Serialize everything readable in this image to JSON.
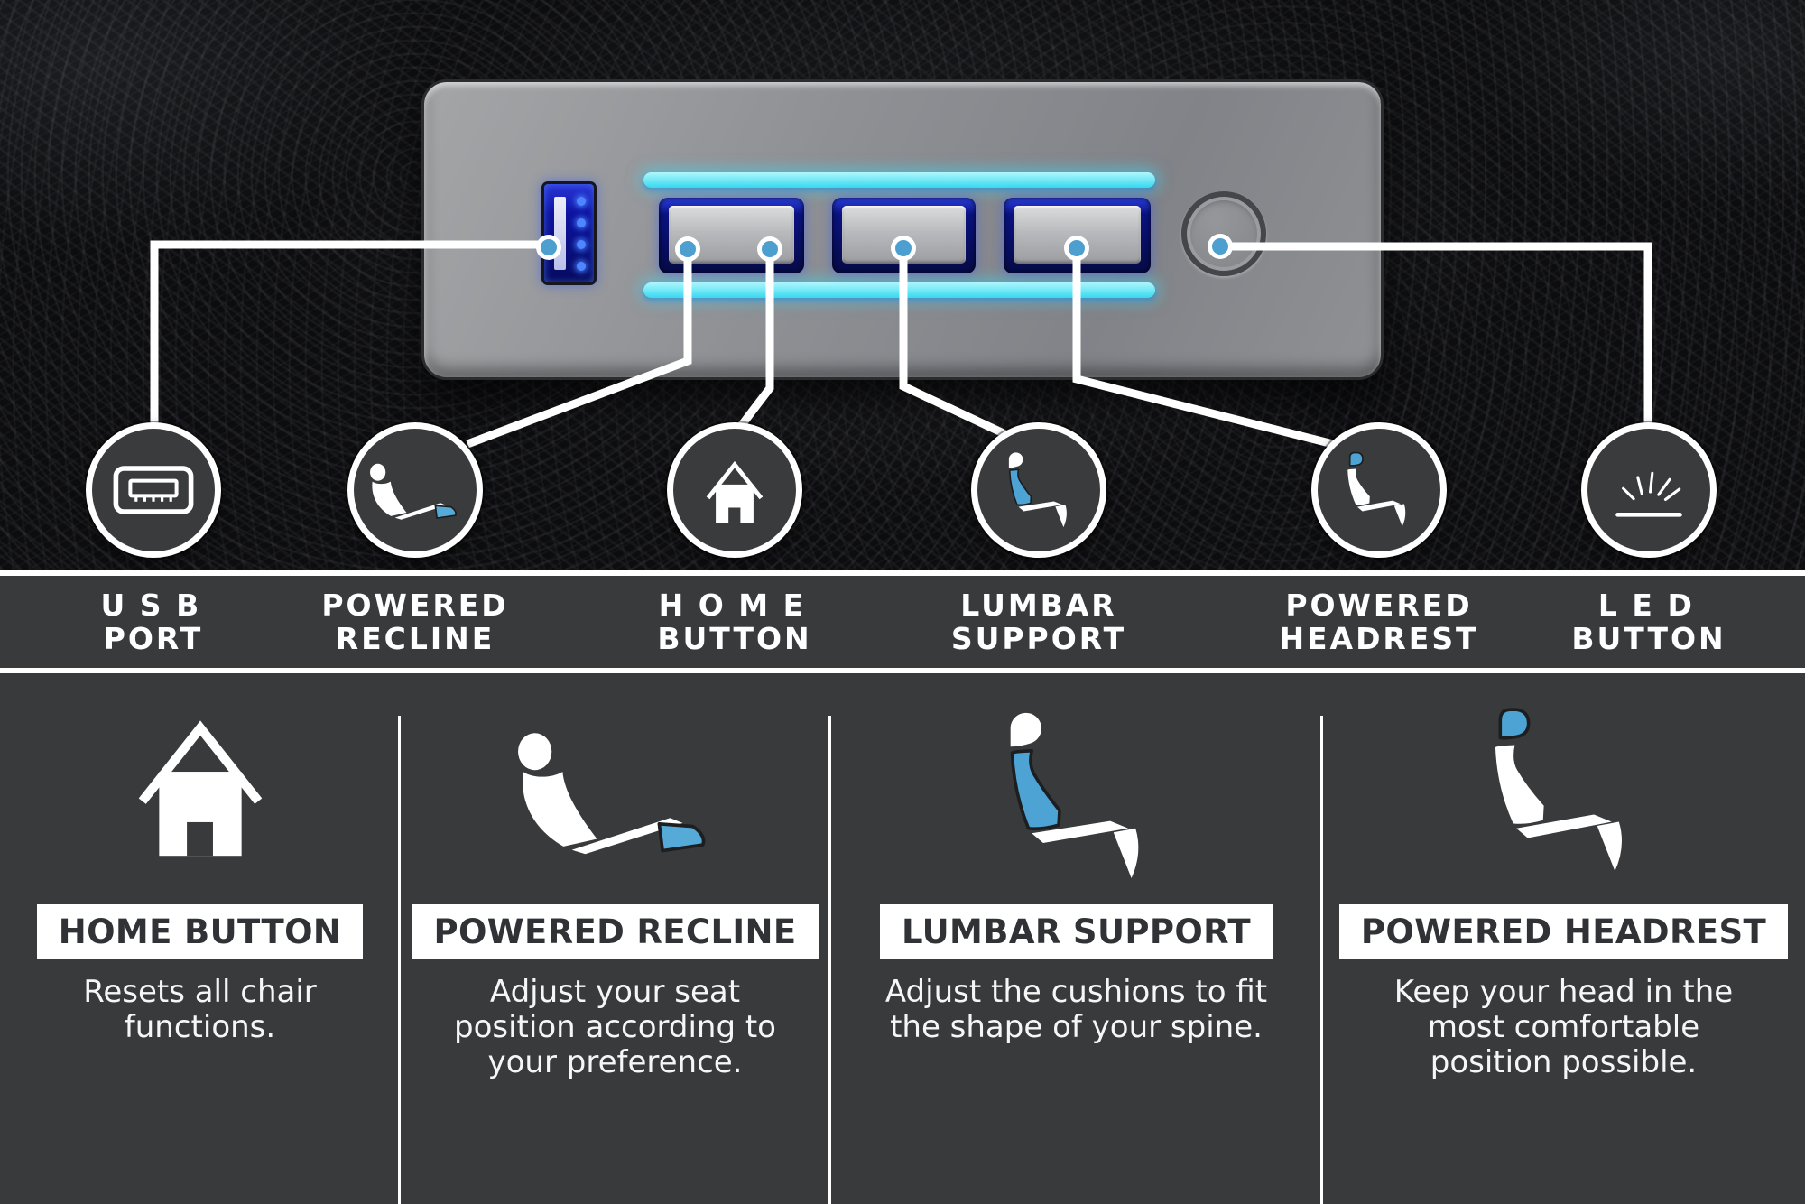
{
  "colors": {
    "accent_blue": "#4da3d4",
    "glow_cyan": "#3fd9ef",
    "usb_blue": "#1b24c0",
    "band_bg": "#393a3c",
    "panel_silver": "#8f9193",
    "title_text_dark": "#303236",
    "white": "#ffffff"
  },
  "callouts": [
    {
      "line1": "USB",
      "line2": "PORT",
      "icon": "usb-port-icon"
    },
    {
      "line1": "POWERED",
      "line2": "RECLINE",
      "icon": "recline-seat-icon"
    },
    {
      "line1": "HOME",
      "line2": "BUTTON",
      "icon": "home-icon"
    },
    {
      "line1": "LUMBAR",
      "line2": "SUPPORT",
      "icon": "lumbar-seat-icon"
    },
    {
      "line1": "POWERED",
      "line2": "HEADREST",
      "icon": "headrest-seat-icon"
    },
    {
      "line1": "LED",
      "line2": "BUTTON",
      "icon": "led-icon"
    }
  ],
  "features": [
    {
      "title": "HOME BUTTON",
      "description": "Resets all chair\nfunctions.",
      "icon": "home-icon"
    },
    {
      "title": "POWERED RECLINE",
      "description": "Adjust your seat\nposition according to\nyour preference.",
      "icon": "recline-seat-icon"
    },
    {
      "title": "LUMBAR SUPPORT",
      "description": "Adjust the cushions to fit\nthe shape of your spine.",
      "icon": "lumbar-seat-icon"
    },
    {
      "title": "POWERED HEADREST",
      "description": "Keep your head in the\nmost comfortable\nposition possible.",
      "icon": "headrest-seat-icon"
    }
  ]
}
